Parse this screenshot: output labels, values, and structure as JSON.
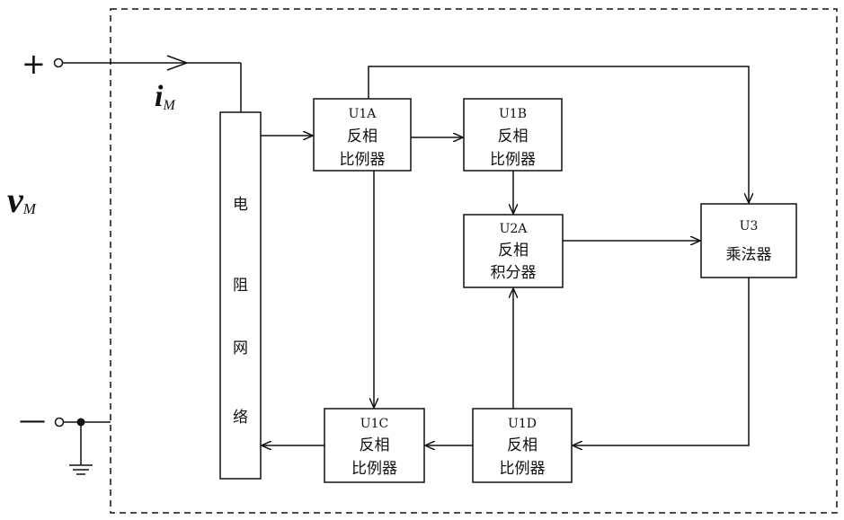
{
  "terminals": {
    "plus_sign": "+",
    "minus_sign": "—"
  },
  "labels": {
    "current": {
      "main": "i",
      "sub": "M"
    },
    "voltage": {
      "main": "v",
      "sub": "M"
    }
  },
  "resistor_network": {
    "chars": [
      "电",
      "阻",
      "网",
      "络"
    ]
  },
  "blocks": {
    "u1a": {
      "id": "U1A",
      "line1": "反相",
      "line2": "比例器"
    },
    "u1b": {
      "id": "U1B",
      "line1": "反相",
      "line2": "比例器"
    },
    "u2a": {
      "id": "U2A",
      "line1": "反相",
      "line2": "积分器"
    },
    "u3": {
      "id": "U3",
      "line1": "乘法器"
    },
    "u1c": {
      "id": "U1C",
      "line1": "反相",
      "line2": "比例器"
    },
    "u1d": {
      "id": "U1D",
      "line1": "反相",
      "line2": "比例器"
    }
  },
  "colors": {
    "stroke": "#111111",
    "background": "#ffffff"
  }
}
